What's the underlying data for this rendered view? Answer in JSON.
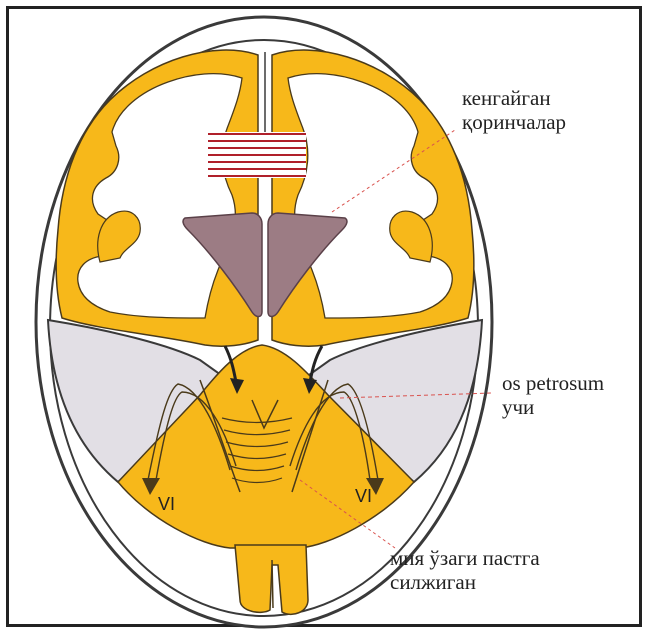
{
  "labels": {
    "ventricles": {
      "line1": "кенгайган",
      "line2": "қоринчалар"
    },
    "petrous": {
      "line1": "os petrosum",
      "line2": "учи"
    },
    "brainstem": {
      "line1": "мия ўзаги пастга",
      "line2": "силжиган"
    }
  },
  "nerve_labels": {
    "left": "VI",
    "right": "VI"
  },
  "colors": {
    "brain": "#F7B81A",
    "brain_outline": "#4a3a1a",
    "ventricle": "#9C7C84",
    "petrous_shade": "#E2DFE5",
    "skull_line": "#3a3a3a",
    "hatch": "#B0202A",
    "dashed_leader": "#D9534F"
  }
}
